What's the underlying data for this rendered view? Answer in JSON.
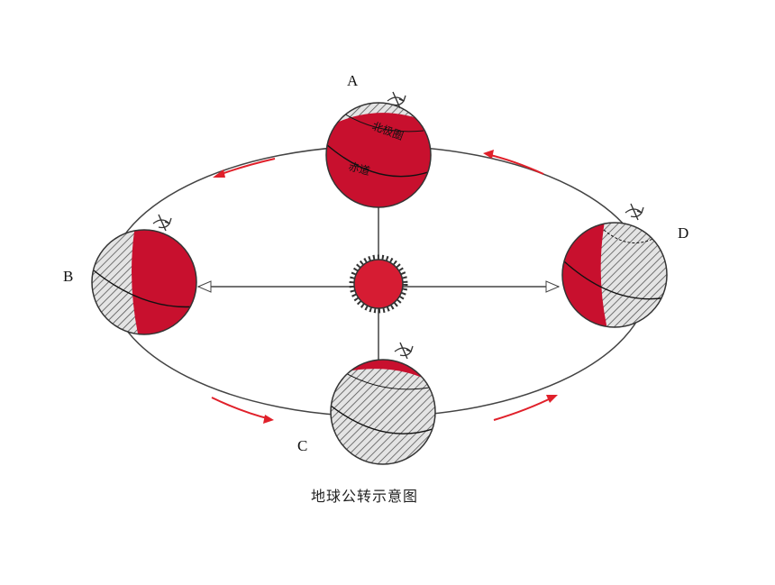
{
  "diagram": {
    "caption": "地球公转示意图",
    "positions": {
      "A": "A",
      "B": "B",
      "C": "C",
      "D": "D"
    },
    "globe_labels": {
      "arctic_circle": "北极圈",
      "equator": "赤道"
    },
    "colors": {
      "day": "#c8102e",
      "night_hatch": "#555555",
      "orbit": "#444444",
      "arrow": "#e0202a",
      "sun": "#d61c33"
    },
    "icons": {
      "sun": "sun-icon",
      "rotation": "rotation-arrow-icon"
    }
  }
}
